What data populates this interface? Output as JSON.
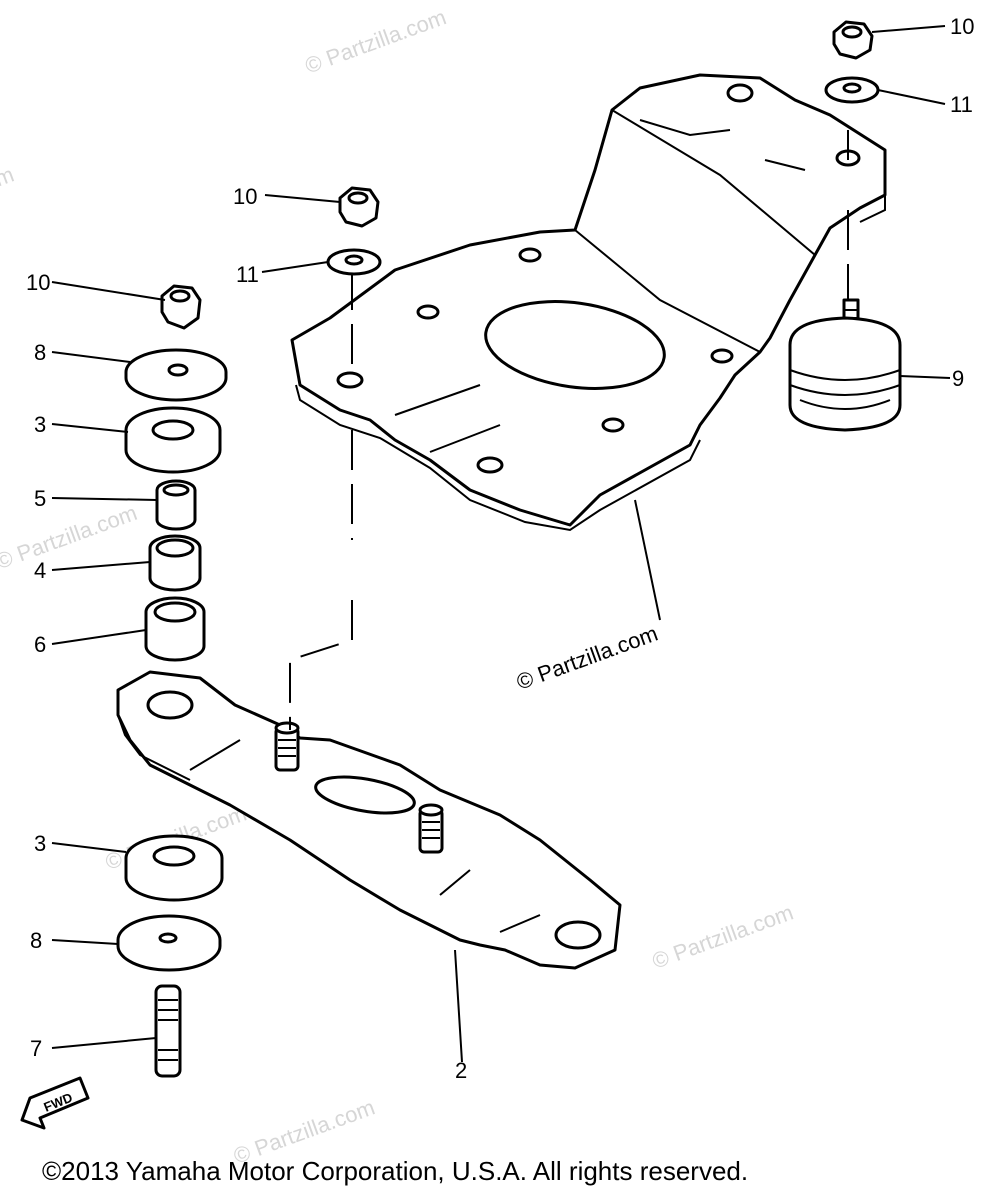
{
  "watermark": "© Partzilla.com",
  "watermark_center": "© Partzilla.com",
  "callouts": {
    "c10_top": "10",
    "c11_top": "11",
    "c10_mid": "10",
    "c11_mid": "11",
    "c10_left": "10",
    "c8_top": "8",
    "c3_top": "3",
    "c5": "5",
    "c4": "4",
    "c6": "6",
    "c9": "9",
    "c3_bottom": "3",
    "c8_bottom": "8",
    "c7": "7",
    "c2": "2"
  },
  "fwd_label": "FWD",
  "copyright": "©2013 Yamaha Motor Corporation, U.S.A. All rights reserved."
}
